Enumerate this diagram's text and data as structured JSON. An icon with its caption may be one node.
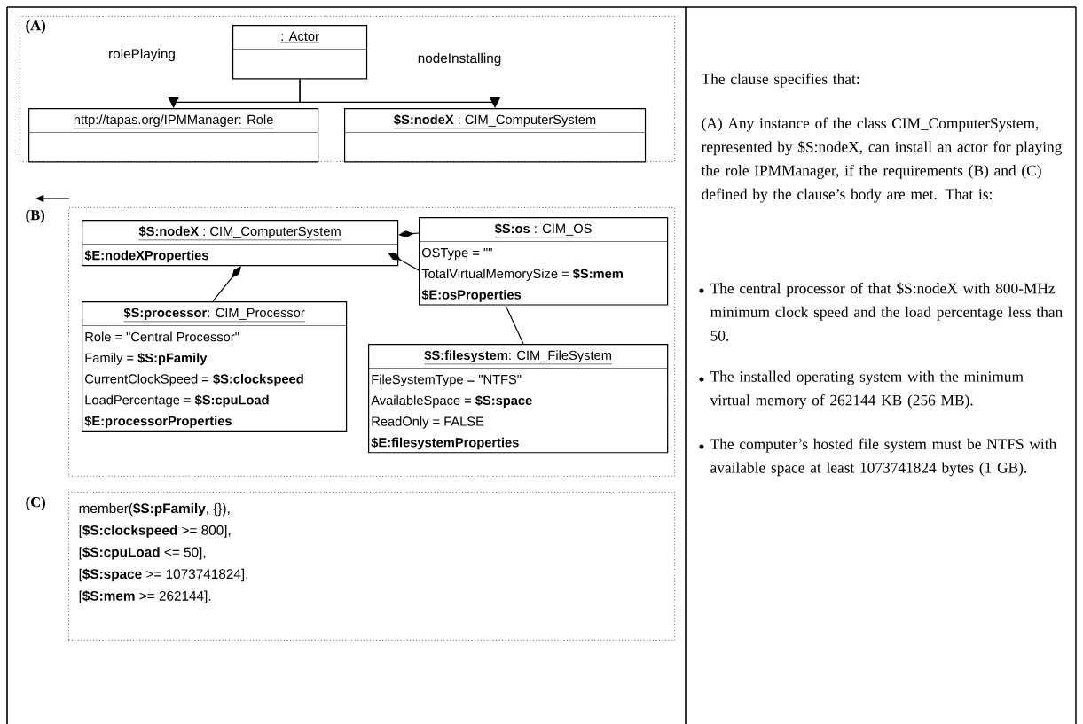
{
  "diagram": {
    "nodes": [
      {
        "text": [
          "(A)"
        ]
      },
      {
        "text": [
          ": Actor"
        ],
        "in": 0
      },
      {
        "text": [
          "http://tapas.org/IPMManager: Role"
        ],
        "in": 0
      },
      {
        "text": [
          "**$S:nodeX** : CIM_ComputerSystem"
        ],
        "in": 0
      },
      {
        "text": [
          "(B)"
        ]
      },
      {
        "text": [
          "**$S:nodeX** : CIM_ComputerSystem",
          "**$E:nodeXProperties**"
        ],
        "in": 4
      },
      {
        "text": [
          "**$S:os** : CIM_OS",
          "OSType = \"\"",
          "TotalVirtualMemorySize = **$S:mem**",
          "**$E:osProperties**"
        ],
        "in": 4
      },
      {
        "text": [
          "**$S:processor**: CIM_Processor",
          "Role = \"Central Processor\"",
          "Family = **$S:pFamily**",
          "CurrentClockSpeed = **$S:clockspeed**",
          "LoadPercentage = **$S:cpuLoad**",
          "**$E:processorProperties**"
        ],
        "in": 4
      },
      {
        "text": [
          "**$S:filesystem**: CIM_FileSystem",
          "FileSystemType = \"NTFS\"",
          "AvailableSpace = **$S:space**",
          "ReadOnly = FALSE",
          "**$E:filesystemProperties**"
        ],
        "in": 4
      },
      {
        "text": [
          "(C)",
          "member(**$S:pFamily**, {}),",
          "[**$S:clockspeed** >= 800],",
          "[**$S:cpuLoad** <= 50],",
          "[**$S:space** >= 1073741824],",
          "[**$S:mem** >= 262144]."
        ]
      }
    ],
    "edges": [
      {
        "from": 1,
        "to": 2,
        "arrow": "to",
        "label": "rolePlaying"
      },
      {
        "from": 1,
        "to": 3,
        "arrow": "to",
        "label": "nodeInstalling"
      },
      {
        "from": 6,
        "to": 5,
        "arrow": "other"
      },
      {
        "from": 6,
        "to": 5,
        "arrow": "other"
      },
      {
        "from": 7,
        "to": 5,
        "arrow": "other"
      },
      {
        "from": 6,
        "to": 8,
        "arrow": "none"
      }
    ],
    "labels": [
      "The clause specifies that:",
      "(A) Any instance of the class CIM_ComputerSystem, represented by $S:nodeX, can install an actor for playing the role IPMManager, if the requirements (B) and (C) defined by the clause’s body are met. That is:",
      "The central processor of that $S:nodeX with 800-MHz minimum clock speed and the load percentage less than 50.",
      "The installed operating system with the minimum virtual memory of 262144 KB (256 MB).",
      "The computer’s hosted file system must be NTFS with available space at least 1073741824 bytes (1 GB)."
    ]
  }
}
